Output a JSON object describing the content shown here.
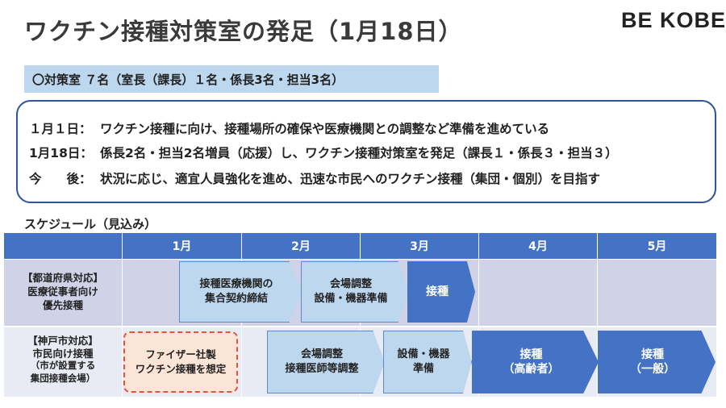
{
  "header": {
    "title": "ワクチン接種対策室の発足（1月18日）",
    "logo": "BE KOBE"
  },
  "staff": {
    "summary": "〇対策室 ７名（室長（課長）１名・係長3名・担当3名）"
  },
  "timeline": [
    {
      "key": "１月１日：",
      "text": "ワクチン接種に向け、接種場所の確保や医療機関との調整など準備を進めている"
    },
    {
      "key": "1月18日：",
      "text": "係長2名・担当2名増員（応援）し、ワクチン接種対策室を発足（課長１・係長３・担当３）"
    },
    {
      "key": "今　　後：",
      "text": "状況に応じ、適宜人員強化を進め、迅速な市民へのワクチン接種（集団・個別）を目指す"
    }
  ],
  "schedule": {
    "label": "スケジュール（見込み）",
    "months": [
      "1月",
      "2月",
      "3月",
      "4月",
      "5月"
    ],
    "rows": [
      {
        "label_lines": [
          "【都道府県対応】",
          "医療従事者向け",
          "優先接種"
        ],
        "steps": [
          {
            "lines": [
              "接種医療機関の",
              "集合契約締結"
            ],
            "style": "light"
          },
          {
            "lines": [
              "会場調整",
              "設備・機器準備"
            ],
            "style": "light"
          },
          {
            "lines": [
              "接種"
            ],
            "style": "dark"
          }
        ]
      },
      {
        "label_lines": [
          "【神戸市対応】",
          "市民向け接種",
          "（市が設置する",
          "集団接種会場）"
        ],
        "note_lines": [
          "ファイザー社製",
          "ワクチン接種を想定"
        ],
        "steps": [
          {
            "lines": [
              "会場調整",
              "接種医師等調整"
            ],
            "style": "light"
          },
          {
            "lines": [
              "設備・機器",
              "準備"
            ],
            "style": "light"
          },
          {
            "lines": [
              "接種",
              "（高齢者）"
            ],
            "style": "dark"
          },
          {
            "lines": [
              "接種",
              "（一般）"
            ],
            "style": "dark"
          }
        ]
      }
    ]
  },
  "colors": {
    "header_blue": "#4472c4",
    "light_step": "#bdd7ee",
    "note_fill": "#fbe5d6",
    "note_border": "#e2543b",
    "frame_border": "#2e5597"
  }
}
